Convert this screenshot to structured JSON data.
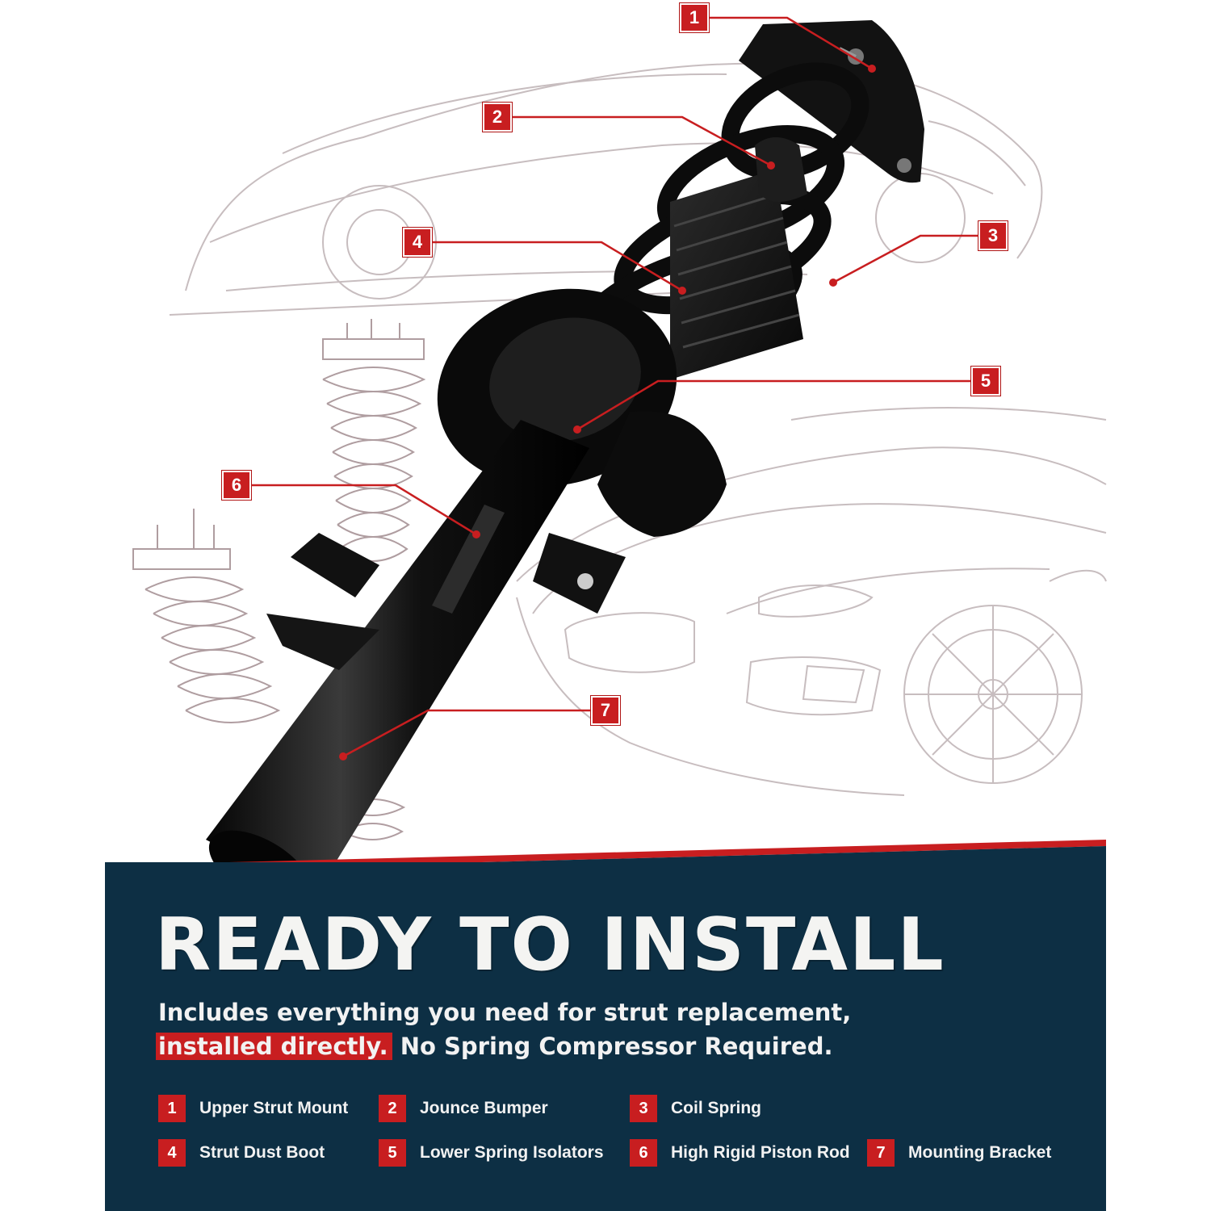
{
  "headline": "READY TO INSTALL",
  "subtitle": {
    "line1": "Includes everything you need for strut replacement,",
    "highlight": "installed directly.",
    "line2_rest": " No Spring Compressor Required."
  },
  "callouts": [
    "1",
    "2",
    "3",
    "4",
    "5",
    "6",
    "7"
  ],
  "legend": [
    {
      "num": "1",
      "label": "Upper Strut Mount"
    },
    {
      "num": "2",
      "label": "Jounce Bumper"
    },
    {
      "num": "3",
      "label": "Coil Spring"
    },
    {
      "num": "4",
      "label": "Strut Dust Boot"
    },
    {
      "num": "5",
      "label": "Lower Spring Isolators"
    },
    {
      "num": "6",
      "label": "High Rigid Piston Rod"
    },
    {
      "num": "7",
      "label": "Mounting Bracket"
    }
  ],
  "colors": {
    "accent": "#c81e20",
    "panel": "#0d2f44",
    "text_light": "#f2f2f2",
    "sketch": "#a8979b"
  },
  "icon_names": [
    "strut-assembly-image",
    "car-sketch-background",
    "spring-sketch-background"
  ]
}
